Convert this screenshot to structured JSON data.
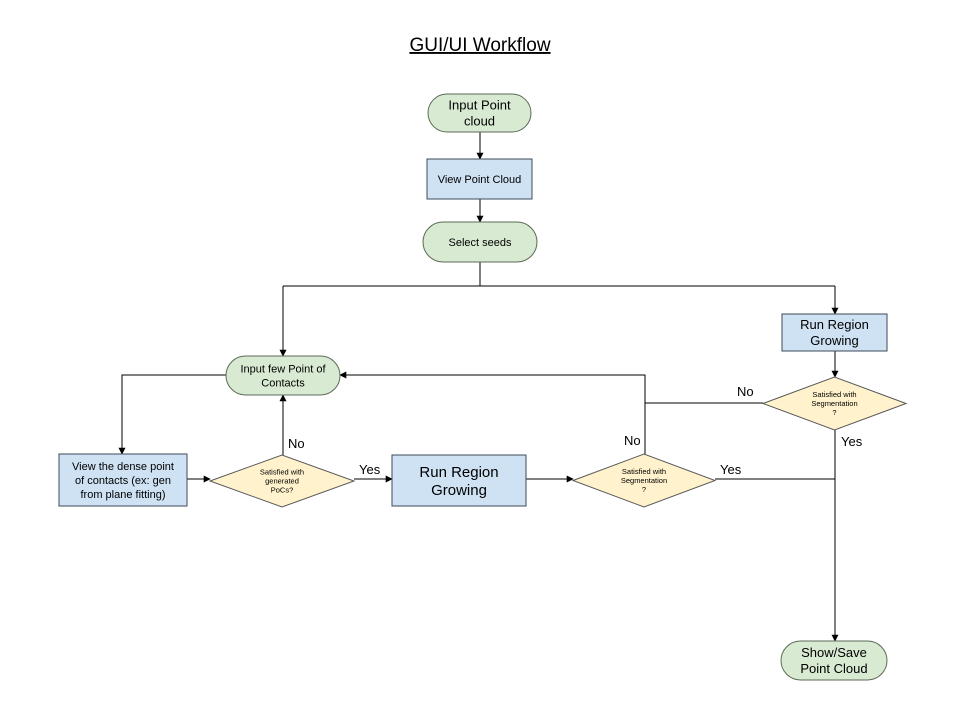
{
  "title": "GUI/UI Workflow",
  "colors": {
    "terminal_fill": "#d9ead3",
    "terminal_stroke": "#5b6b55",
    "process_fill": "#cfe2f3",
    "process_stroke": "#3d4a57",
    "decision_fill": "#fff2cc",
    "decision_stroke": "#595959",
    "line": "#000000"
  },
  "nodes": {
    "input_point_cloud": {
      "lines": [
        "Input Point",
        "cloud"
      ]
    },
    "view_point_cloud": {
      "lines": [
        "View Point Cloud"
      ]
    },
    "select_seeds": {
      "lines": [
        "Select seeds"
      ]
    },
    "run_region_growing_right": {
      "lines": [
        "Run Region",
        "Growing"
      ]
    },
    "input_poc": {
      "lines": [
        "Input few Point of",
        "Contacts"
      ]
    },
    "satisfied_seg_right": {
      "lines": [
        "Satisfied with",
        "Segmentation",
        "?"
      ]
    },
    "view_dense_poc": {
      "lines": [
        "View the dense point",
        "of contacts (ex: gen",
        "from plane fitting)"
      ]
    },
    "satisfied_pocs": {
      "lines": [
        "Satisfied with",
        "generated",
        "PoCs?"
      ]
    },
    "run_region_growing_mid": {
      "lines": [
        "Run Region",
        "Growing"
      ]
    },
    "satisfied_seg_mid": {
      "lines": [
        "Satisfied with",
        "Segmentation",
        "?"
      ]
    },
    "show_save": {
      "lines": [
        "Show/Save",
        "Point Cloud"
      ]
    }
  },
  "edge_labels": {
    "no_right": "No",
    "yes_right": "Yes",
    "no_pocs": "No",
    "yes_pocs": "Yes",
    "no_mid": "No",
    "yes_mid": "Yes"
  }
}
